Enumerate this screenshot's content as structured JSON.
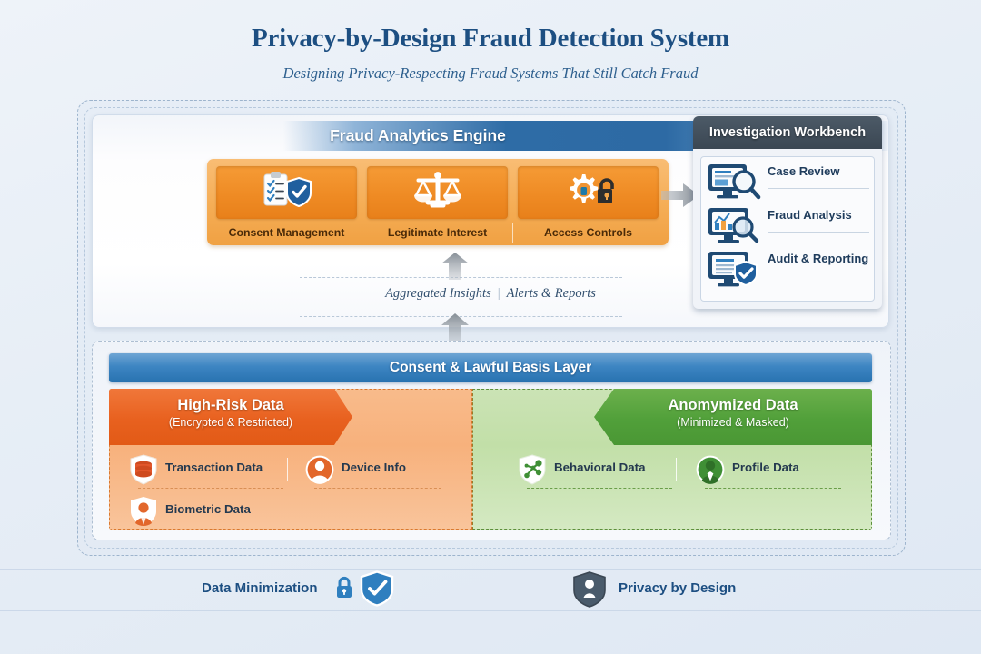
{
  "header": {
    "title": "Privacy-by-Design Fraud Detection System",
    "subtitle": "Designing Privacy-Respecting Fraud Systems That Still Catch Fraud"
  },
  "engine": {
    "header_label": "Fraud Analytics Engine",
    "cards": [
      {
        "label": "Consent Management",
        "icon": "clipboard-checklist-shield-icon"
      },
      {
        "label": "Legitimate Interest",
        "icon": "balance-scales-icon"
      },
      {
        "label": "Access Controls",
        "icon": "gear-lock-icon"
      }
    ]
  },
  "workbench": {
    "header_label": "Investigation Workbench",
    "items": [
      {
        "label": "Case Review",
        "icon": "monitor-magnifier-icon"
      },
      {
        "label": "Fraud Analysis",
        "icon": "monitor-chart-magnifier-icon"
      },
      {
        "label": "Audit & Reporting",
        "icon": "monitor-document-check-icon"
      }
    ]
  },
  "connector": {
    "left_label": "Aggregated Insights",
    "separator": "|",
    "right_label": "Alerts & Reports"
  },
  "consent_layer": {
    "header_label": "Consent & Lawful Basis Layer",
    "left_zone": {
      "title": "High-Risk Data",
      "subtitle": "(Encrypted & Restricted)",
      "items": [
        {
          "label": "Transaction Data",
          "icon": "database-shield-icon"
        },
        {
          "label": "Device Info",
          "icon": "user-circle-icon"
        },
        {
          "label": "Biometric Data",
          "icon": "user-shield-icon"
        }
      ]
    },
    "right_zone": {
      "title": "Anomymized Data",
      "subtitle": "(Minimized & Masked)",
      "items": [
        {
          "label": "Behavioral Data",
          "icon": "network-nodes-shield-icon"
        },
        {
          "label": "Profile Data",
          "icon": "user-circle-green-icon"
        }
      ]
    }
  },
  "footer": {
    "left_label": "Data Minimization",
    "left_icons": [
      "lock-icon",
      "shield-check-icon"
    ],
    "right_label": "Privacy by Design",
    "right_icons": [
      "shield-person-icon"
    ]
  },
  "colors": {
    "title_blue": "#1d4f82",
    "engine_header_blue": "#2d6aa4",
    "orange_card": "#ef8b24",
    "orange_group": "#f5ad55",
    "high_risk_orange": "#e8611f",
    "anonymized_green": "#51a03a",
    "workbench_dark": "#3b4753",
    "consent_bar_blue": "#3d85c2",
    "background": "#e7eef6"
  }
}
